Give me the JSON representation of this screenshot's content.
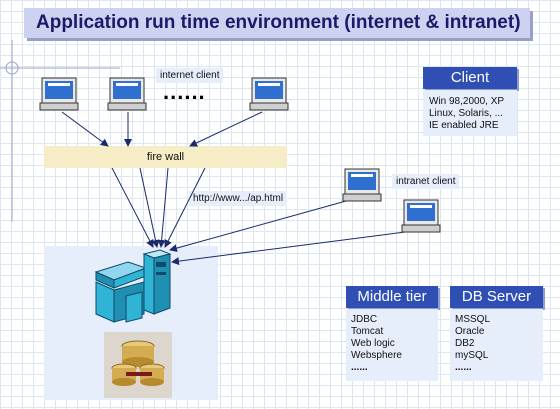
{
  "title": "Application run time environment (internet & intranet)",
  "labels": {
    "internet_client": "internet client",
    "firewall": "fire wall",
    "url": "http://www.../ap.html",
    "intranet_client": "intranet client",
    "dots": "......"
  },
  "client": {
    "header": "Client",
    "lines": [
      "Win 98,2000, XP",
      "Linux, Solaris, ...",
      "IE enabled JRE"
    ]
  },
  "middle_tier": {
    "header": "Middle tier",
    "items": [
      "JDBC",
      "Tomcat",
      "Web logic",
      "Websphere",
      "......"
    ]
  },
  "db_server": {
    "header": "DB Server",
    "items": [
      "MSSQL",
      "Oracle",
      "DB2",
      "mySQL",
      "......"
    ]
  },
  "colors": {
    "header_blue": "#2f4fb5",
    "title_bg": "#cdd2f0",
    "firewall_bg": "#f6ecc6",
    "server_cyan": "#2fb4d6"
  }
}
